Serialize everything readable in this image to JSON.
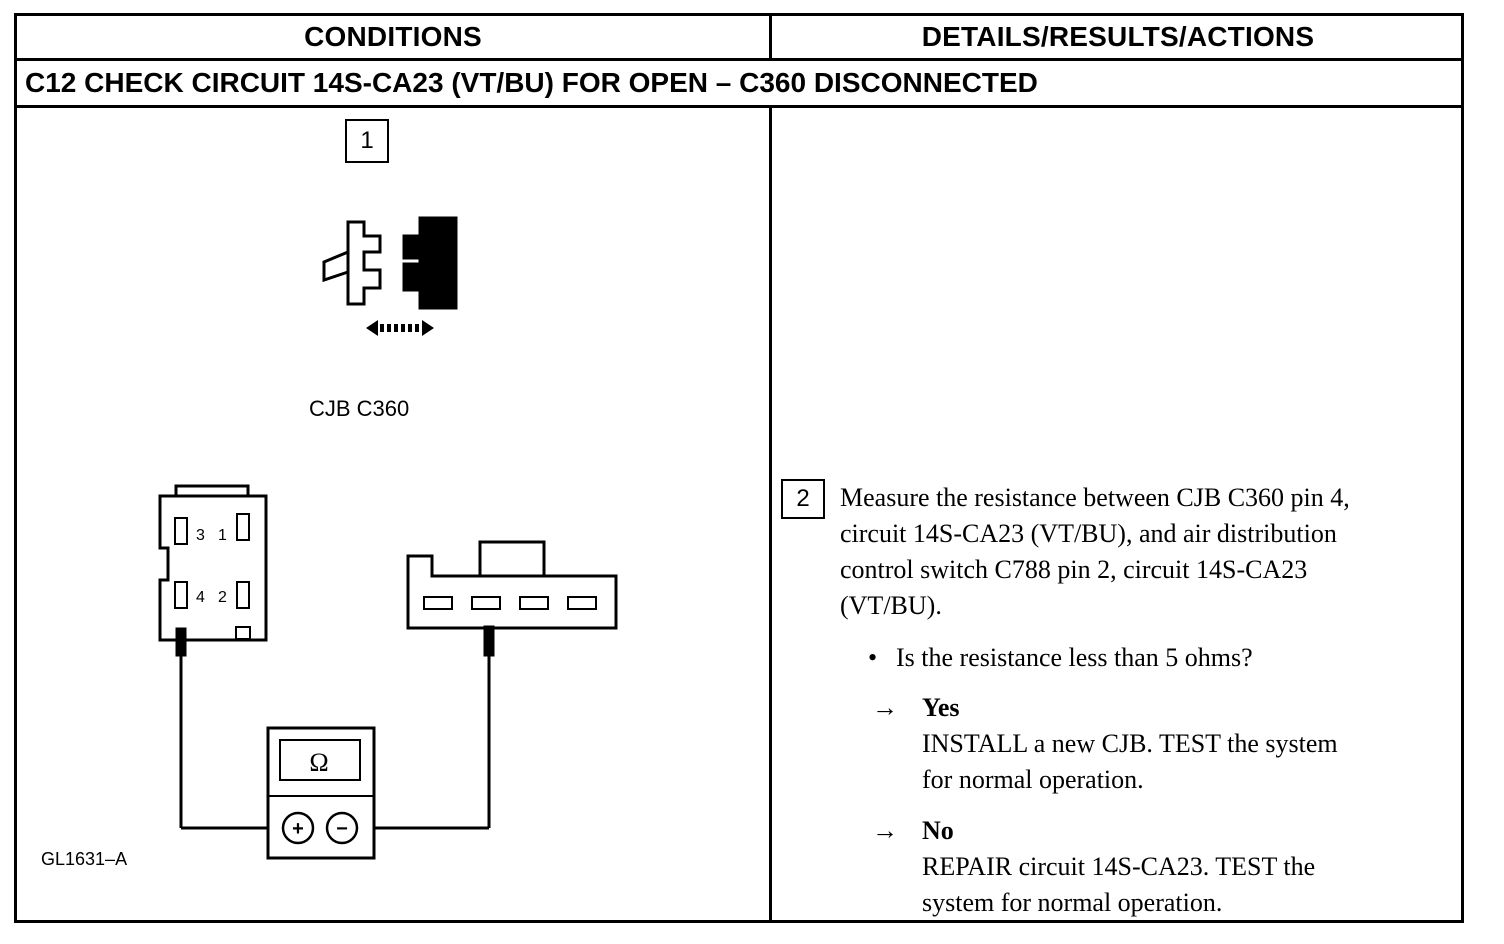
{
  "header": {
    "conditions": "CONDITIONS",
    "details": "DETAILS/RESULTS/ACTIONS"
  },
  "step": {
    "title": "C12 CHECK CIRCUIT 14S-CA23 (VT/BU) FOR OPEN – C360 DISCONNECTED"
  },
  "left": {
    "step1_number": "1",
    "connector_label": "CJB C360",
    "pins": [
      "3",
      "1",
      "4",
      "2"
    ],
    "meter_symbol": "Ω",
    "meter_plus": "+",
    "meter_minus": "−",
    "figure_id": "GL1631–A"
  },
  "right": {
    "step2_number": "2",
    "instruction_lines": [
      "Measure the resistance between CJB C360 pin 4,",
      "circuit 14S-CA23 (VT/BU), and air distribution",
      "control switch C788 pin 2, circuit 14S-CA23",
      "(VT/BU)."
    ],
    "bullet_symbol": "•",
    "question": "Is the resistance less than 5 ohms?",
    "answers": [
      {
        "arrow": "→",
        "label": "Yes",
        "lines": [
          "INSTALL a new CJB. TEST the system",
          "for normal operation."
        ]
      },
      {
        "arrow": "→",
        "label": "No",
        "lines": [
          "REPAIR circuit 14S-CA23. TEST the",
          "system for normal operation."
        ]
      }
    ]
  }
}
